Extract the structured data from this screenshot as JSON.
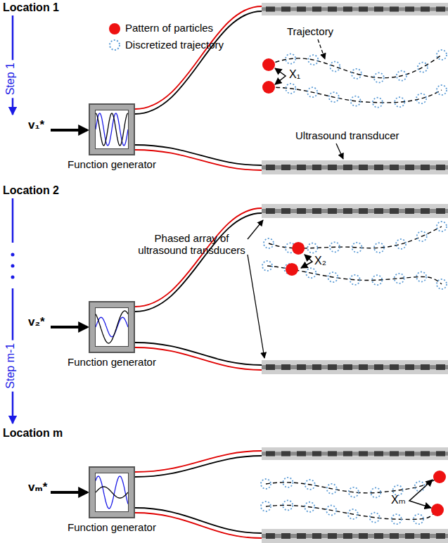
{
  "diagram": {
    "nodes": [
      {
        "text": [
          "Function generator"
        ]
      },
      {
        "text": [
          "Function generator"
        ]
      },
      {
        "text": [
          "Function generator"
        ]
      }
    ],
    "labels": [
      "Location 1",
      "Step 1",
      "v₁*",
      "Trajectory",
      "X₁",
      "Ultrasound transducer",
      "Location 2",
      "Phased array of ultrasound transducers",
      "v₂*",
      "X₂",
      "Step m-1",
      "Location m",
      "vₘ*",
      "Xₘ"
    ],
    "legend": [
      {
        "text": "Pattern of particles",
        "color": "#ee1111"
      },
      {
        "text": "Discretized trajectory"
      }
    ]
  }
}
